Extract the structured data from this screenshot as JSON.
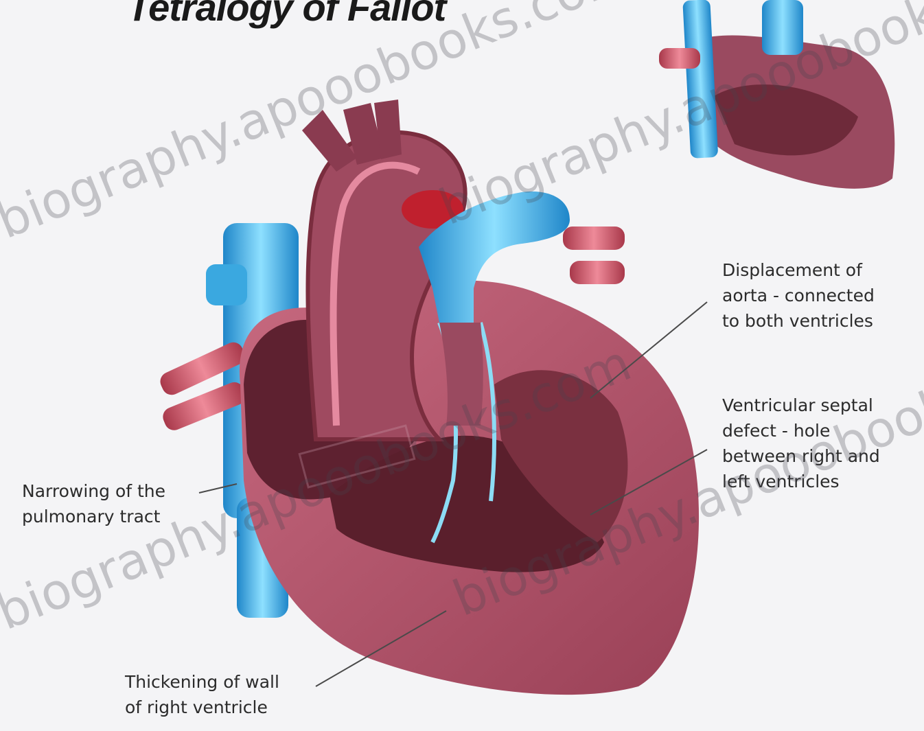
{
  "title": "Tetralogy of Fallot",
  "labels": {
    "displacement": "Displacement of\naorta - connected\nto both ventricles",
    "vsd": "Ventricular septal\ndefect - hole\nbetween right and\nleft ventricles",
    "narrowing": "Narrowing of the\npulmonary tract",
    "thickening": "Thickening of wall\nof right ventricle"
  },
  "watermarks": [
    "biography.apooobooks.com",
    "biography.apooobooks.com",
    "biography.apooobooks.com",
    "biography.apooobooks.com"
  ],
  "colors": {
    "muscle": "#b0566e",
    "muscle_dark": "#6e2a3a",
    "cavity": "#5a1f2c",
    "vessel_red": "#c94a5c",
    "vessel_blue": "#2aa6e0",
    "background": "#f4f4f6"
  }
}
